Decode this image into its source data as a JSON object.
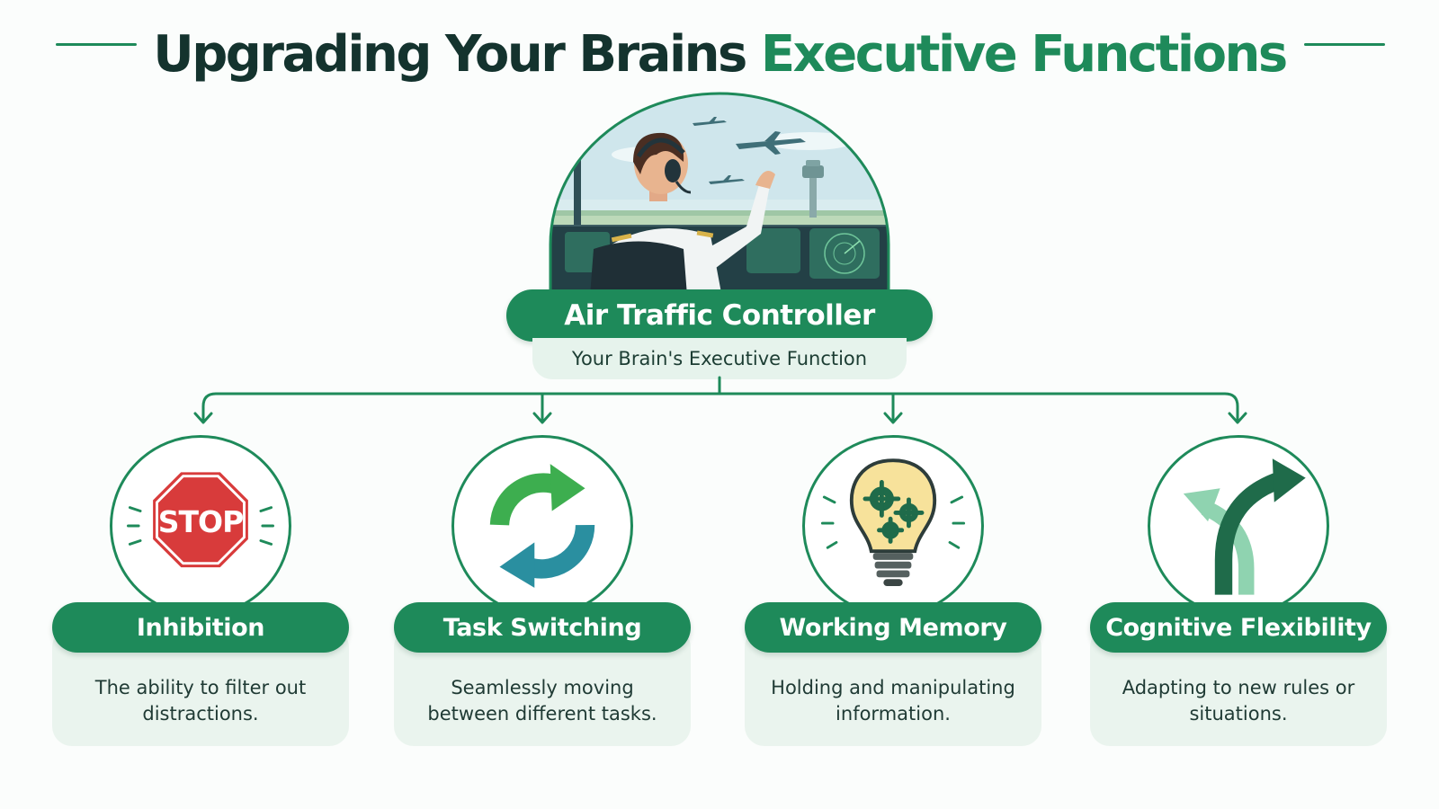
{
  "title": {
    "main": "Upgrading Your Brains",
    "accent": "Executive Functions"
  },
  "center": {
    "label": "Air Traffic Controller",
    "subtitle": "Your Brain's Executive Function",
    "illustration": "air-traffic-controller-illustration"
  },
  "functions": [
    {
      "label": "Inhibition",
      "description": "The ability to filter out distractions.",
      "icon": "stop-sign-icon",
      "icon_text": "STOP"
    },
    {
      "label": "Task Switching",
      "description": "Seamlessly moving between different tasks.",
      "icon": "cycle-arrows-icon"
    },
    {
      "label": "Working Memory",
      "description": "Holding and manipulating information.",
      "icon": "lightbulb-gears-icon"
    },
    {
      "label": "Cognitive Flexibility",
      "description": "Adapting to new rules or situations.",
      "icon": "branching-arrows-icon"
    }
  ],
  "colors": {
    "accent": "#1e8a5a",
    "dark_text": "#14332e",
    "panel": "#eaf4ee",
    "stop_red": "#d83b3b",
    "cycle_green": "#3dae4f",
    "cycle_teal": "#2a8fa0"
  }
}
